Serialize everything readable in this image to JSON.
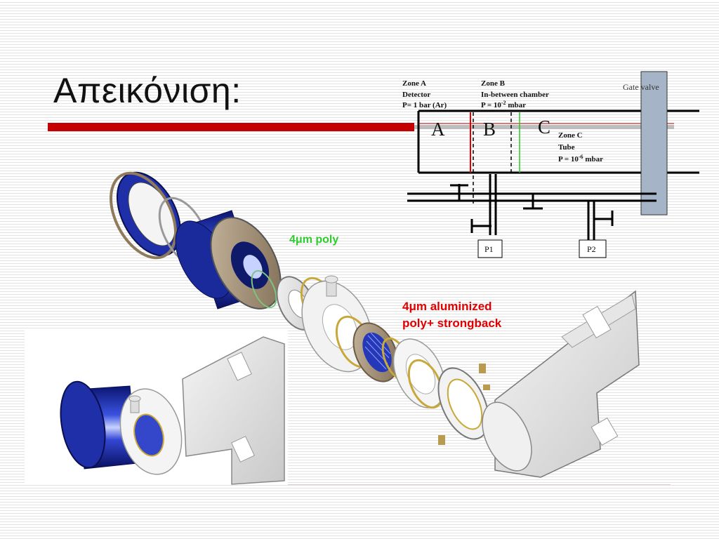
{
  "slide": {
    "title": "Απεικόνιση:"
  },
  "diagram": {
    "zone_a": {
      "line1": "Zone A",
      "line2": "Detector",
      "line3": "P= 1 bar (Ar)",
      "letter": "A"
    },
    "zone_b": {
      "line1": "Zone B",
      "line2": "In-between chamber",
      "line3_prefix": "P = 10",
      "line3_exp": "-2",
      "line3_suffix": " mbar",
      "letter": "B"
    },
    "zone_c": {
      "line1": "Zone C",
      "line2": "Tube",
      "line3_prefix": "P = 10",
      "line3_exp": "-6",
      "line3_suffix": " mbar",
      "letter": "C"
    },
    "gate_valve": "Gate valve",
    "gauges": [
      "P1",
      "P2"
    ]
  },
  "annotations": {
    "poly": "4μm poly",
    "aluminized_line1": "4μm aluminized",
    "aluminized_line2": "poly+ strongback"
  },
  "colors": {
    "title_rule": "#c40000",
    "poly_label": "#2ecc2e",
    "aluminized_label": "#e00000",
    "gate_valve": "#a6b4c8",
    "flange_blue": "#1f2fa8"
  }
}
